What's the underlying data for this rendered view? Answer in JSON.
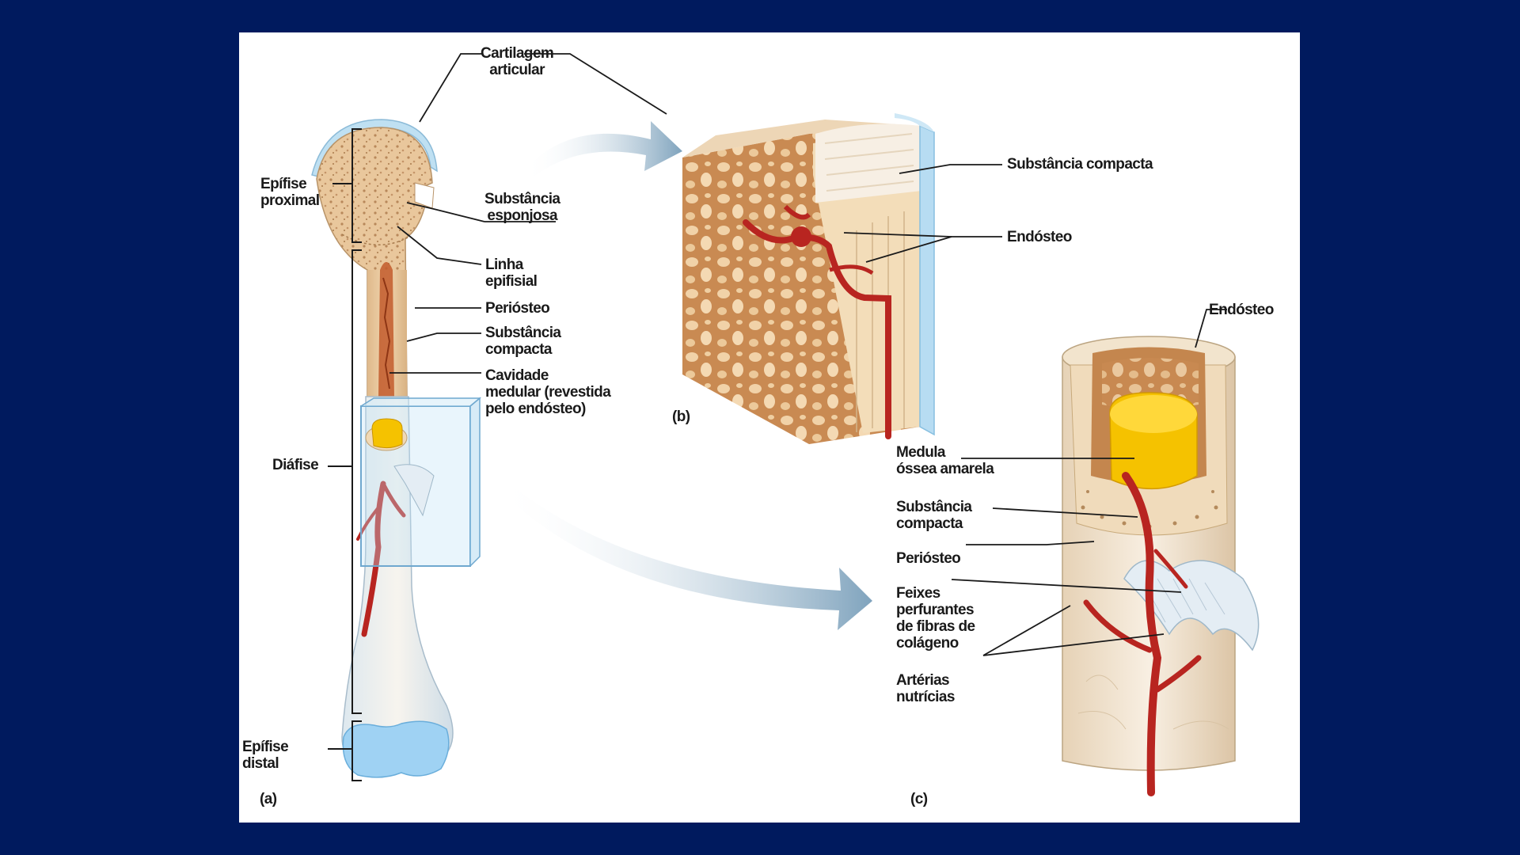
{
  "colors": {
    "background": "#001a5e",
    "panel": "#ffffff",
    "bone_spongy": "#e8c497",
    "bone_compact": "#f3dcb9",
    "cartilage": "#a9d6f0",
    "marrow_yellow": "#f5c200",
    "artery": "#c0261e",
    "arrow": "#8fb0c8"
  },
  "labels": {
    "cartilagem_articular": [
      "Cartilagem",
      "articular"
    ],
    "epifise_proximal": [
      "Epífise",
      "proximal"
    ],
    "substancia_esponjosa": [
      "Substância",
      "esponjosa"
    ],
    "linha_epifisial": [
      "Linha",
      "epifisial"
    ],
    "periosteo_a": "Periósteo",
    "substancia_compacta_a": [
      "Substância",
      "compacta"
    ],
    "cavidade_medular": [
      "Cavidade",
      "medular (revestida",
      "pelo endósteo)"
    ],
    "diafise": "Diáfise",
    "epifise_distal": [
      "Epífise",
      "distal"
    ],
    "panel_a": "(a)",
    "panel_b": "(b)",
    "substancia_compacta_b": "Substância compacta",
    "endosteo_b": "Endósteo",
    "endosteo_c": "Endósteo",
    "medula_ossea_amarela": [
      "Medula",
      "óssea amarela"
    ],
    "substancia_compacta_c": [
      "Substância",
      "compacta"
    ],
    "periosteo_c": "Periósteo",
    "feixes_perfurantes": [
      "Feixes",
      "perfurantes",
      "de fibras de",
      "colágeno"
    ],
    "arterias_nutricias": [
      "Artérias",
      "nutrícias"
    ],
    "panel_c": "(c)"
  }
}
